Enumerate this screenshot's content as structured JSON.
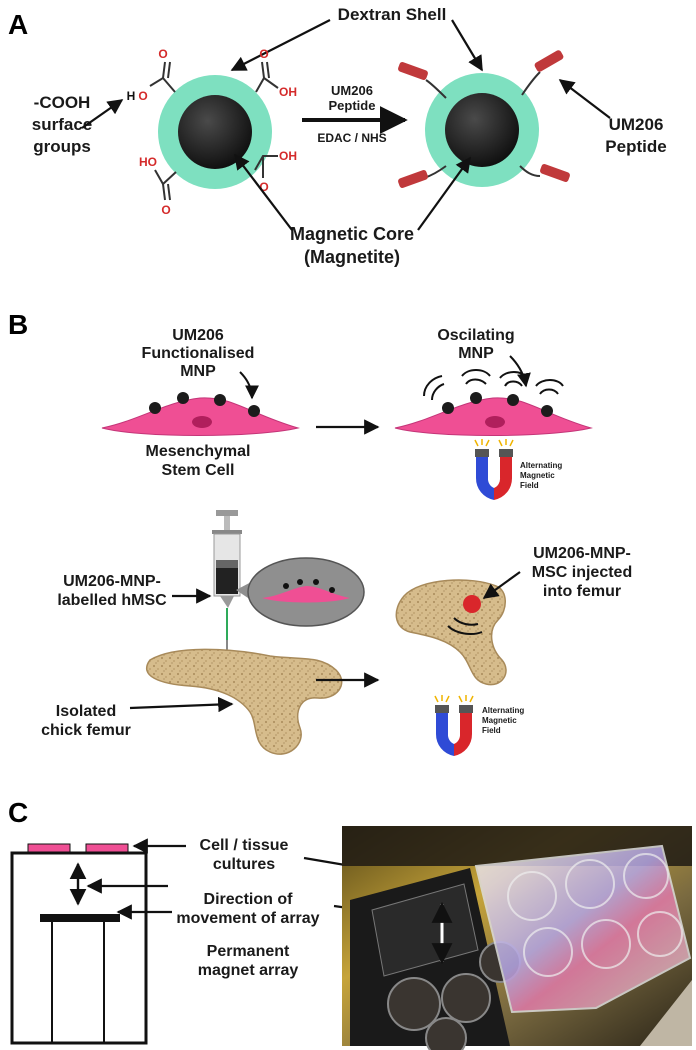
{
  "panels": {
    "a": "A",
    "b": "B",
    "c": "C"
  },
  "panel_a": {
    "dextran_shell": "Dextran Shell",
    "cooh_line1": "-COOH",
    "cooh_line2": "surface",
    "cooh_line3": "groups",
    "reaction_line1": "UM206",
    "reaction_line2": "Peptide",
    "reaction_reagents": "EDAC / NHS",
    "peptide_line1": "UM206",
    "peptide_line2": "Peptide",
    "core_line1": "Magnetic Core",
    "core_line2": "(Magnetite)",
    "atom_o": "O",
    "atom_oh": "OH",
    "atom_h": "H",
    "atom_ho": "HO"
  },
  "panel_b": {
    "mnp_line1": "UM206",
    "mnp_line2": "Functionalised",
    "mnp_line3": "MNP",
    "cell_line1": "Mesenchymal",
    "cell_line2": "Stem Cell",
    "osc_line1": "Oscilating",
    "osc_line2": "MNP",
    "field_line1": "Alternating",
    "field_line2": "Magnetic",
    "field_line3": "Field",
    "labelled_line1": "UM206-MNP-",
    "labelled_line2": "labelled hMSC",
    "injected_line1": "UM206-MNP-",
    "injected_line2": "MSC injected",
    "injected_line3": "into femur",
    "femur_line1": "Isolated",
    "femur_line2": "chick femur"
  },
  "panel_c": {
    "cultures_line1": "Cell / tissue",
    "cultures_line2": "cultures",
    "direction_line1": "Direction of",
    "direction_line2": "movement of array",
    "magnet_line1": "Permanent",
    "magnet_line2": "magnet array"
  },
  "colors": {
    "shell": "#7ee0c0",
    "core": "#1c1c1c",
    "peptide": "#c0393b",
    "cell": "#ef4f94",
    "bone": "#d9c194",
    "magnet_blue": "#2f4bd6",
    "magnet_red": "#d9262b"
  }
}
